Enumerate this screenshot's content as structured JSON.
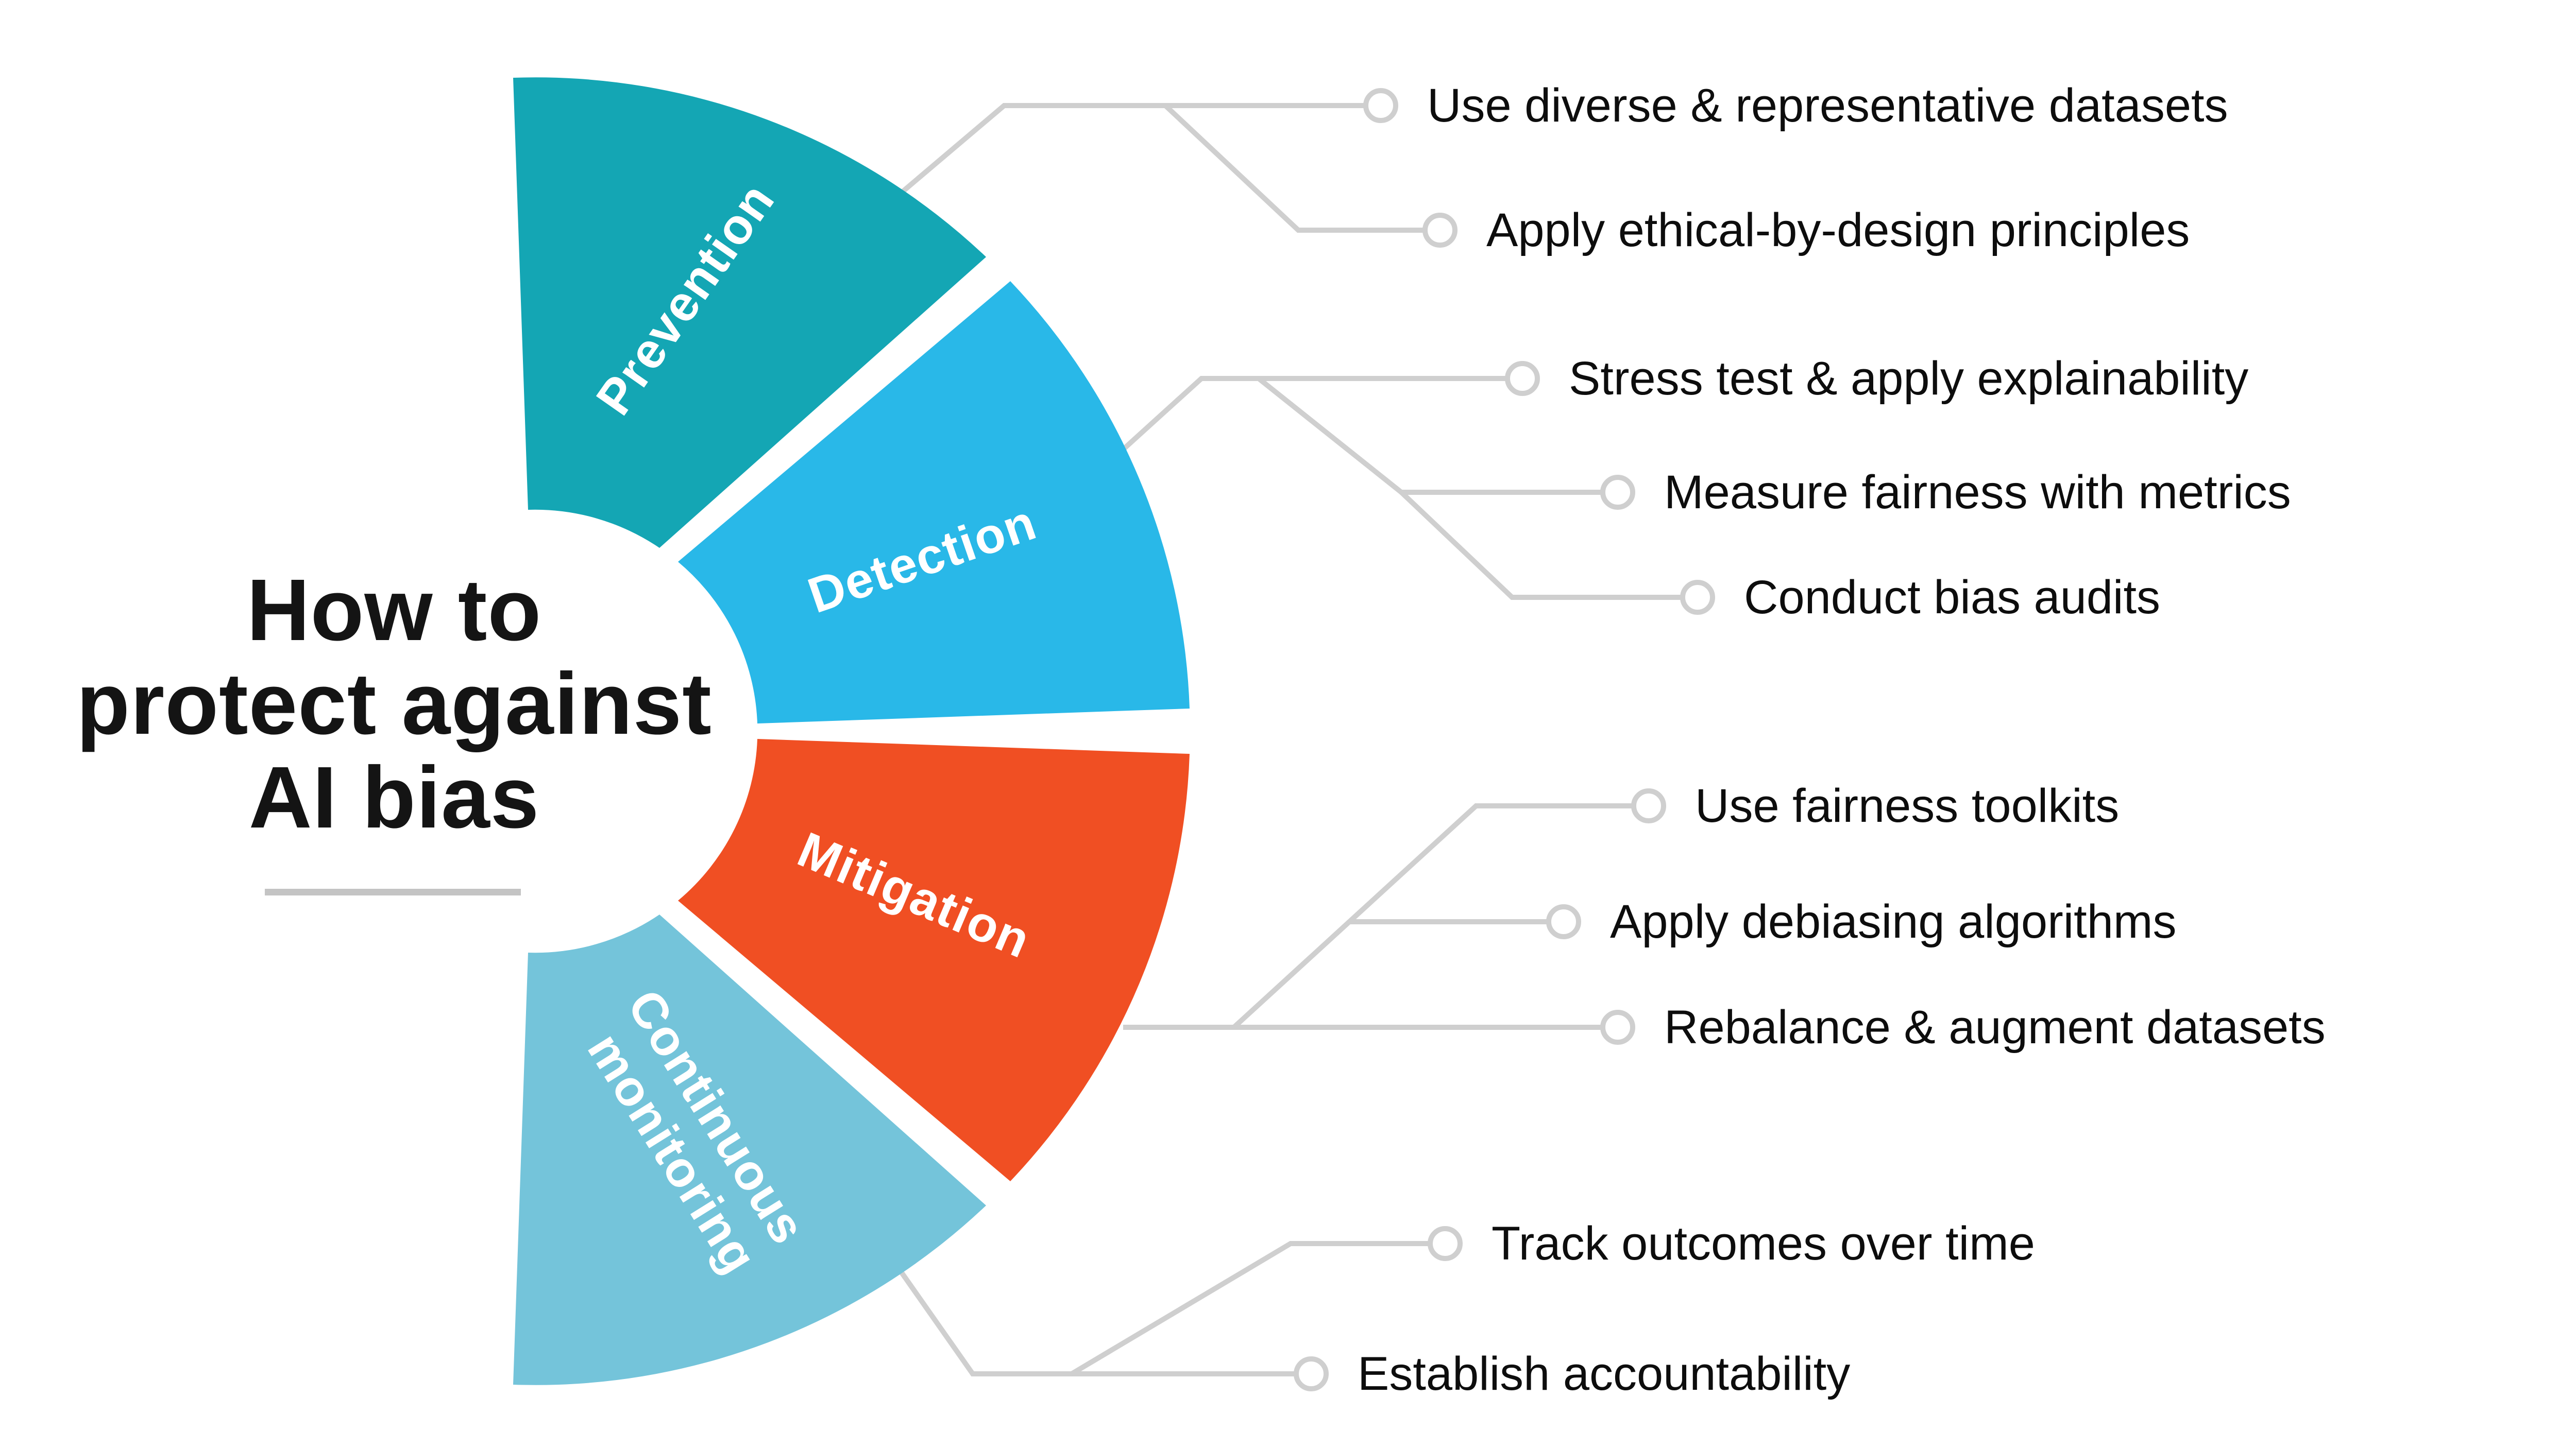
{
  "title": {
    "lines": [
      "How to",
      "protect against",
      "AI bias"
    ]
  },
  "wheel": {
    "segments": [
      {
        "id": "prevention",
        "label": "Prevention",
        "color": "#14a6b4"
      },
      {
        "id": "detection",
        "label": "Detection",
        "color": "#29b8e8"
      },
      {
        "id": "mitigation",
        "label": "Mitigation",
        "color": "#f04f23"
      },
      {
        "id": "continuous-monitoring",
        "label": "Continuous monitoring",
        "label_lines": [
          "Continuous",
          "monitoring"
        ],
        "color": "#74c4da"
      }
    ]
  },
  "bullets": {
    "prevention": [
      "Use diverse & representative datasets",
      "Apply ethical-by-design principles"
    ],
    "detection": [
      "Stress test & apply explainability",
      "Measure fairness with metrics",
      "Conduct bias audits"
    ],
    "mitigation": [
      "Use fairness toolkits",
      "Apply debiasing algorithms",
      "Rebalance & augment datasets"
    ],
    "continuous_monitoring": [
      "Track outcomes over time",
      "Establish accountability"
    ]
  },
  "styles": {
    "connector_color": "#cfcfcf",
    "node_stroke_color": "#cfcfcf",
    "underline_color": "#c4c4c4",
    "background_color": "#ffffff",
    "text_color": "#0d0d0d"
  }
}
